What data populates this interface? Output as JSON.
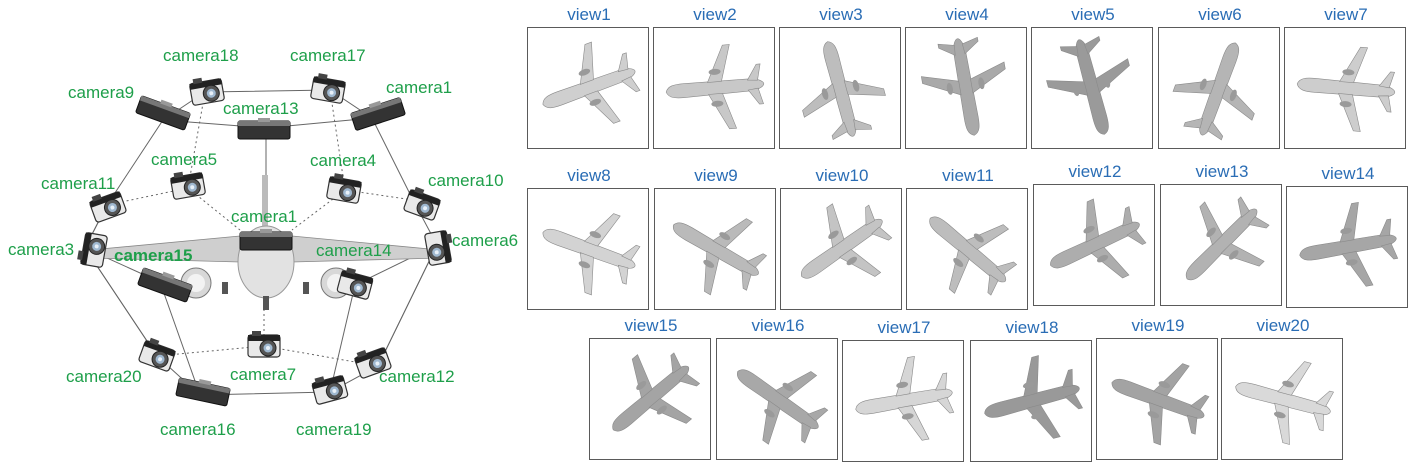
{
  "rig": {
    "cameras": [
      {
        "id": "cam18",
        "label": "camera18"
      },
      {
        "id": "cam17",
        "label": "camera17"
      },
      {
        "id": "cam9",
        "label": "camera9"
      },
      {
        "id": "cam13",
        "label": "camera13"
      },
      {
        "id": "cam1top",
        "label": "camera1"
      },
      {
        "id": "cam5",
        "label": "camera5"
      },
      {
        "id": "cam4",
        "label": "camera4"
      },
      {
        "id": "cam11",
        "label": "camera11"
      },
      {
        "id": "cam10",
        "label": "camera10"
      },
      {
        "id": "cam1mid",
        "label": "camera1"
      },
      {
        "id": "cam3",
        "label": "camera3"
      },
      {
        "id": "cam15",
        "label": "camera15"
      },
      {
        "id": "cam14",
        "label": "camera14"
      },
      {
        "id": "cam6",
        "label": "camera6"
      },
      {
        "id": "cam7",
        "label": "camera7"
      },
      {
        "id": "cam20",
        "label": "camera20"
      },
      {
        "id": "cam12",
        "label": "camera12"
      },
      {
        "id": "cam16",
        "label": "camera16"
      },
      {
        "id": "cam19",
        "label": "camera19"
      }
    ]
  },
  "views": [
    {
      "label": "view1",
      "rotation": -20,
      "shade": "#cfcfcf"
    },
    {
      "label": "view2",
      "rotation": -5,
      "shade": "#c8c8c8"
    },
    {
      "label": "view3",
      "rotation": 75,
      "shade": "#bdbdbd"
    },
    {
      "label": "view4",
      "rotation": -100,
      "shade": "#a9a9a9"
    },
    {
      "label": "view5",
      "rotation": -105,
      "shade": "#9a9a9a"
    },
    {
      "label": "view6",
      "rotation": 110,
      "shade": "#b5b5b5"
    },
    {
      "label": "view7",
      "rotation": 5,
      "shade": "#cdcdcd"
    },
    {
      "label": "view8",
      "rotation": 20,
      "shade": "#d3d3d3"
    },
    {
      "label": "view9",
      "rotation": 30,
      "shade": "#bababa"
    },
    {
      "label": "view10",
      "rotation": -35,
      "shade": "#c4c4c4"
    },
    {
      "label": "view11",
      "rotation": 40,
      "shade": "#bdbdbd"
    },
    {
      "label": "view12",
      "rotation": -25,
      "shade": "#adadad"
    },
    {
      "label": "view13",
      "rotation": -45,
      "shade": "#b2b2b2"
    },
    {
      "label": "view14",
      "rotation": -10,
      "shade": "#a6a6a6"
    },
    {
      "label": "view15",
      "rotation": -40,
      "shade": "#a4a4a4"
    },
    {
      "label": "view16",
      "rotation": 35,
      "shade": "#a8a8a8"
    },
    {
      "label": "view17",
      "rotation": -10,
      "shade": "#d6d6d6"
    },
    {
      "label": "view18",
      "rotation": -15,
      "shade": "#999999"
    },
    {
      "label": "view19",
      "rotation": 20,
      "shade": "#a3a3a3"
    },
    {
      "label": "view20",
      "rotation": 15,
      "shade": "#d9d9d9"
    }
  ]
}
